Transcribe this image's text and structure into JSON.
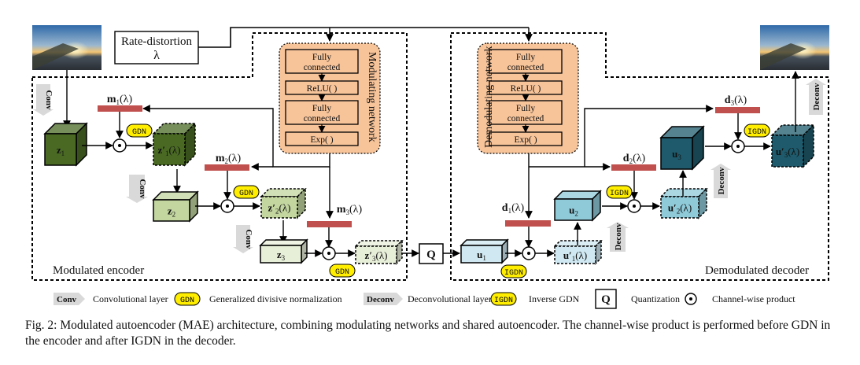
{
  "figure": {
    "rate_distortion": {
      "title": "Rate-distortion",
      "symbol": "λ"
    },
    "modulating_network": {
      "title": "Modulating network",
      "layers": [
        "Fully connected",
        "ReLU( )",
        "Fully connected",
        "Exp( )"
      ]
    },
    "demodulating_network": {
      "title": "Demodulating network",
      "layers": [
        "Fully connected",
        "ReLU( )",
        "Fully connected",
        "Exp( )"
      ]
    },
    "encoder": {
      "label": "Modulated encoder",
      "features": [
        "z",
        "z",
        "z"
      ],
      "feature_subscripts": [
        "1",
        "2",
        "3"
      ],
      "modulated": [
        "z′",
        "z′",
        "z′"
      ],
      "vectors": [
        "m",
        "m",
        "m"
      ],
      "lambda_suffix": "(λ)",
      "norm": "GDN",
      "arrow": "Conv"
    },
    "decoder": {
      "label": "Demodulated decoder",
      "features": [
        "u",
        "u",
        "u"
      ],
      "feature_subscripts": [
        "1",
        "2",
        "3"
      ],
      "modulated": [
        "u′",
        "u′",
        "u′"
      ],
      "vectors": [
        "d",
        "d",
        "d"
      ],
      "lambda_suffix": "(λ)",
      "norm": "IGDN",
      "arrow": "Deconv"
    },
    "quantizer": "Q",
    "product_symbol": "⊙",
    "colors": {
      "enc_dark": "#4a6a24",
      "enc_mid": "#c3d6a0",
      "enc_light": "#e8efd9",
      "dec_dark": "#1e5a6b",
      "dec_mid": "#8fcad9",
      "dec_light": "#cfe8f1",
      "vector": "#c0504d",
      "network_fill": "#f7c49a",
      "badge": "#ffee00"
    }
  },
  "legend": [
    {
      "symbol": "Conv",
      "text": "Convolutional layer"
    },
    {
      "symbol": "GDN",
      "text": "Generalized divisive normalization"
    },
    {
      "symbol": "Deconv",
      "text": "Deconvolutional layer"
    },
    {
      "symbol": "IGDN",
      "text": "Inverse GDN"
    },
    {
      "symbol": "Q",
      "text": "Quantization"
    },
    {
      "symbol": "⊙",
      "text": "Channel-wise product"
    }
  ],
  "caption": "Fig. 2: Modulated autoencoder (MAE) architecture, combining modulating networks and shared autoencoder. The channel-wise product is performed before GDN in the encoder and after IGDN in the decoder."
}
